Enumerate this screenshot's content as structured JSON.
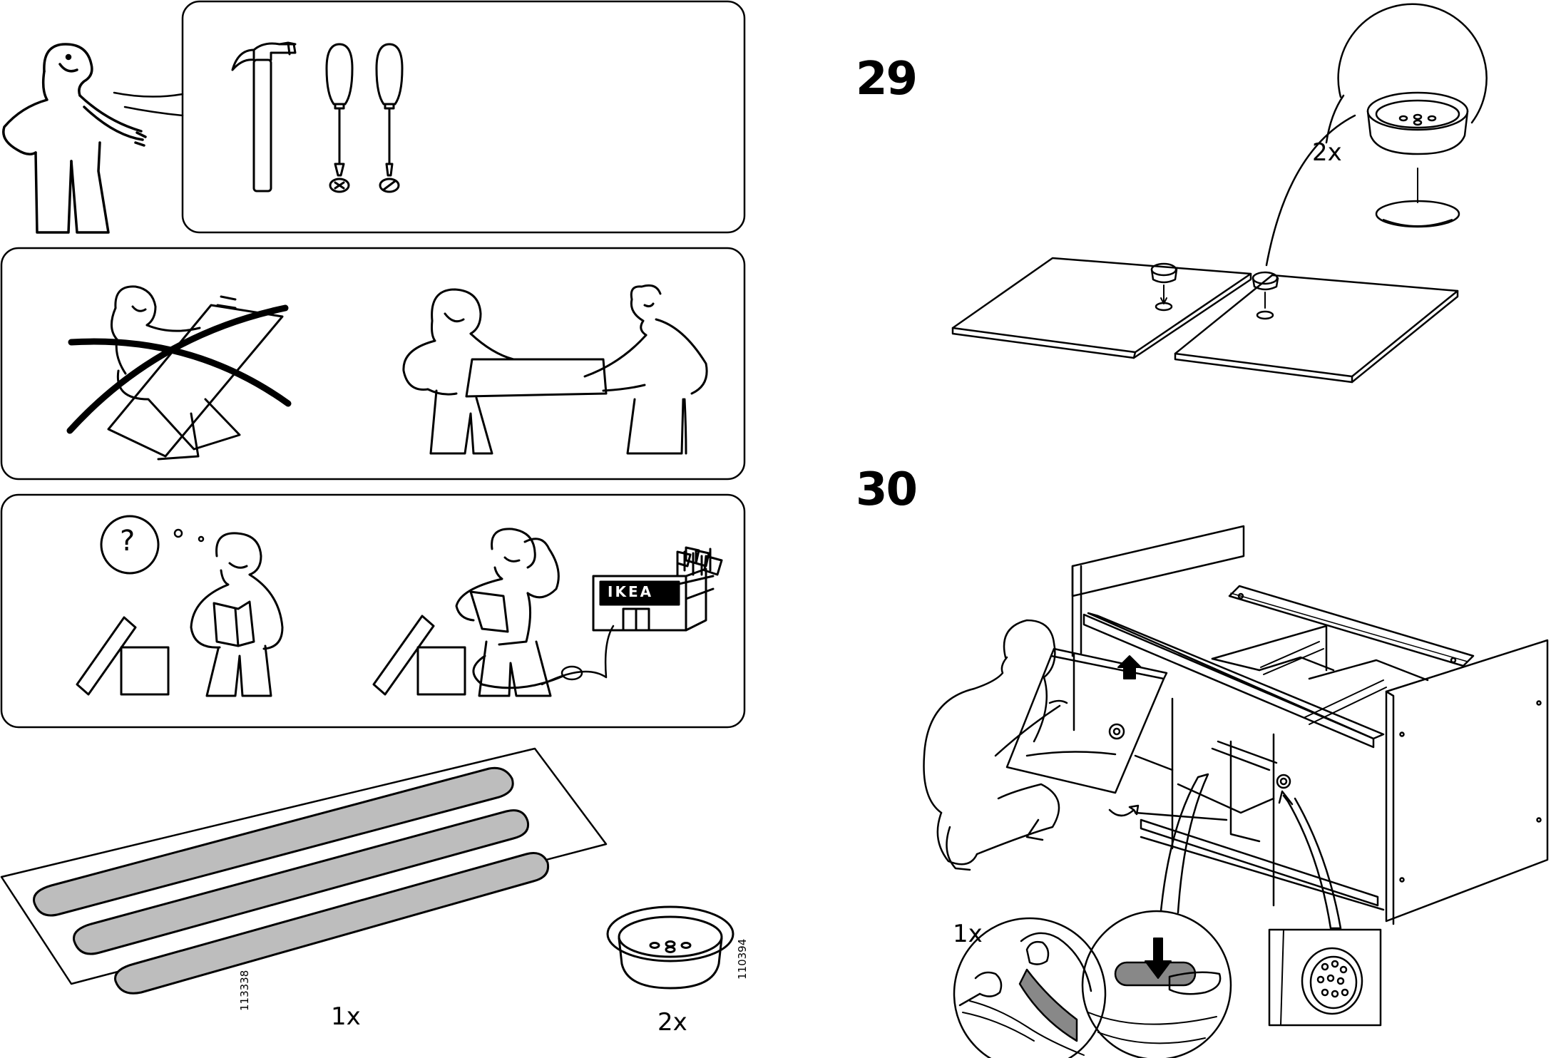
{
  "steps": {
    "step29": {
      "number": "29",
      "quantity": "2x"
    },
    "step30": {
      "number": "30",
      "quantity": "1x"
    }
  },
  "parts": {
    "pad_sheet": {
      "part_number": "113338",
      "quantity": "1x"
    },
    "grommet": {
      "part_number": "110394",
      "quantity": "2x"
    }
  },
  "help_panel": {
    "question_mark": "?",
    "store_sign": "IKEA"
  },
  "icons": [
    "person-icon",
    "hammer-icon",
    "phillips-screwdriver-icon",
    "flat-screwdriver-icon",
    "grommet-icon",
    "cabinet-icon",
    "telephone-icon",
    "store-icon",
    "arrow-icon"
  ],
  "colors": {
    "line": "#000000",
    "pad_fill": "#bdbdbd",
    "background": "#ffffff"
  }
}
